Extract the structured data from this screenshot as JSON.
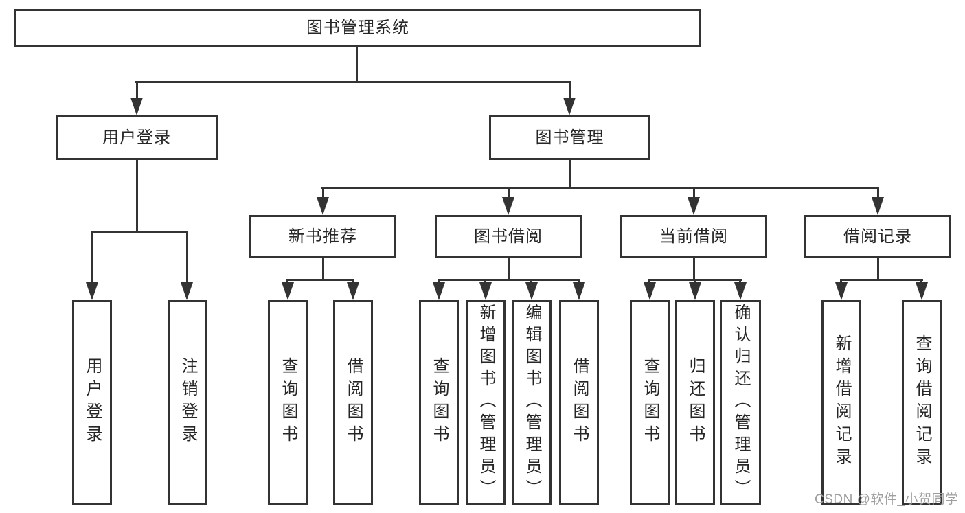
{
  "colors": {
    "background": "#ffffff",
    "line": "#333333",
    "text": "#262626",
    "watermark": "#9e9e9e"
  },
  "watermark": "CSDN @软件_小贺同学",
  "tree": {
    "root": {
      "label": "图书管理系统"
    },
    "children": [
      {
        "label": "用户登录",
        "children": [
          {
            "label": "用户登录"
          },
          {
            "label": "注销登录"
          }
        ]
      },
      {
        "label": "图书管理",
        "children": [
          {
            "label": "新书推荐",
            "children": [
              {
                "label": "查询图书"
              },
              {
                "label": "借阅图书"
              }
            ]
          },
          {
            "label": "图书借阅",
            "children": [
              {
                "label": "查询图书"
              },
              {
                "label": "新增图书（管理员）"
              },
              {
                "label": "编辑图书（管理员）"
              },
              {
                "label": "借阅图书"
              }
            ]
          },
          {
            "label": "当前借阅",
            "children": [
              {
                "label": "查询图书"
              },
              {
                "label": "归还图书"
              },
              {
                "label": "确认归还（管理员）"
              }
            ]
          },
          {
            "label": "借阅记录",
            "children": [
              {
                "label": "新增借阅记录"
              },
              {
                "label": "查询借阅记录"
              }
            ]
          }
        ]
      }
    ]
  }
}
